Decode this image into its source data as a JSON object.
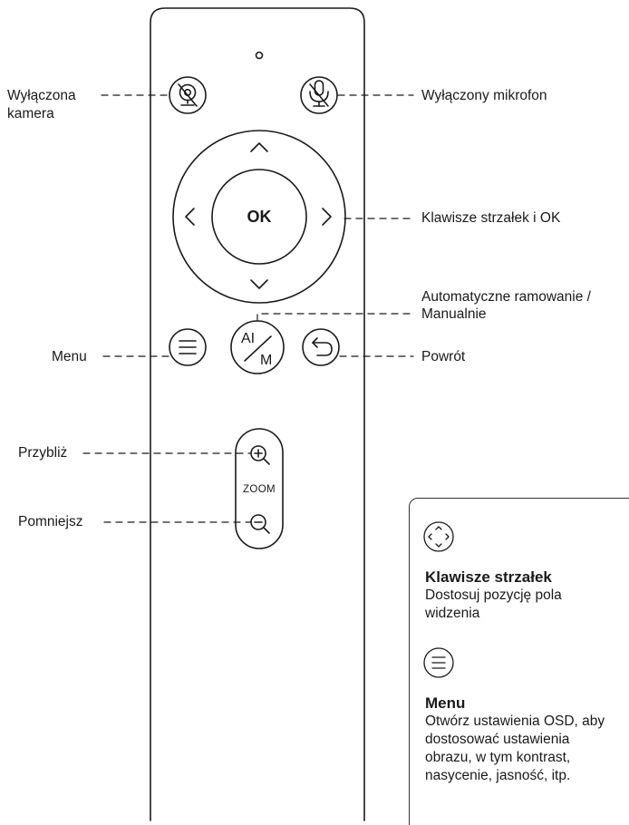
{
  "remote": {
    "ok_label": "OK",
    "ai_label": "AI",
    "m_label": "M",
    "zoom_label": "ZOOM"
  },
  "callouts": {
    "camera_off": "Wyłączona kamera",
    "mic_off": "Wyłączony mikrofon",
    "arrow_keys_ok": "Klawisze strzałek i OK",
    "auto_framing_line1": "Automatyczne ramowanie /",
    "auto_framing_line2": "Manualnie",
    "menu": "Menu",
    "back": "Powrót",
    "zoom_in": "Przybliż",
    "zoom_out": "Pomniejsz"
  },
  "info": {
    "arrows_title": "Klawisze strzałek",
    "arrows_desc": "Dostosuj pozycję pola widzenia",
    "menu_title": "Menu",
    "menu_desc": "Otwórz ustawienia OSD, aby dostosować ustawienia obrazu, w tym kontrast, nasycenie, jasność, itp."
  },
  "colors": {
    "stroke": "#1a1a1a",
    "background": "#ffffff"
  }
}
